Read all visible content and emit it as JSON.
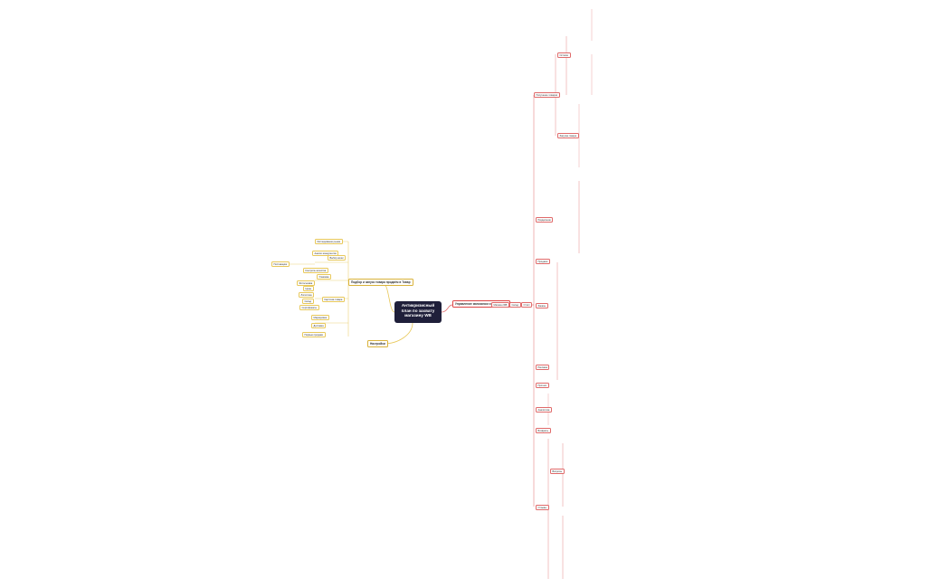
{
  "root": {
    "title": "Антикризисный план по захвату магазину WB"
  },
  "level1": {
    "right": "Управление магазином и продажами",
    "left": "Подбор и запуск товара продаём в Товар",
    "bottom": "Настройки"
  },
  "colors": {
    "right_branch": "#e06a6a",
    "left_branch": "#e8c85a",
    "root_bg": "#1f1f3a"
  },
  "right_nodes": [
    "Магазин WB",
    "Склад",
    "Отчёт",
    "Получение товаров",
    "Остатки",
    "Закупка товара",
    "Разделение",
    "Продажи",
    "Заказы",
    "Реклама",
    "Прогноз",
    "Аналитика",
    "Возвраты",
    "Отзывы",
    "Вопросы"
  ],
  "left_nodes": [
    "Исследование рынка",
    "Анализ конкурентов",
    "Выбор ниши",
    "Поставщики",
    "Контроль качества",
    "Упаковка",
    "Фотосъёмка",
    "Карточка товара",
    "Цены",
    "Логистика",
    "Склад",
    "Сертификаты",
    "Маркировка",
    "Доставка",
    "Первые продажи"
  ]
}
